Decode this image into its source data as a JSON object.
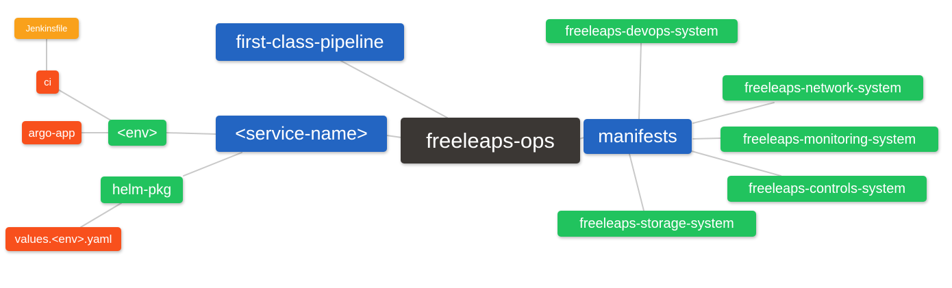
{
  "diagram": {
    "type": "mindmap",
    "root_label": "freeleaps-ops"
  },
  "palette": {
    "blue": "#2365C2",
    "green": "#21C35E",
    "red": "#F8501C",
    "orange": "#F9A11B",
    "dark": "#3B3734",
    "edge": "#C9C9C9",
    "background": "#FFFFFF",
    "text": "#FFFFFF"
  },
  "nodes": [
    {
      "id": "jenkinsfile",
      "label": "Jenkinsfile",
      "color": "orange"
    },
    {
      "id": "ci",
      "label": "ci",
      "color": "red"
    },
    {
      "id": "argo-app",
      "label": "argo-app",
      "color": "red"
    },
    {
      "id": "env",
      "label": "<env>",
      "color": "green"
    },
    {
      "id": "first-class-pipeline",
      "label": "first-class-pipeline",
      "color": "blue"
    },
    {
      "id": "service-name",
      "label": "<service-name>",
      "color": "blue"
    },
    {
      "id": "freeleaps-ops",
      "label": "freeleaps-ops",
      "color": "dark"
    },
    {
      "id": "manifests",
      "label": "manifests",
      "color": "blue"
    },
    {
      "id": "freeleaps-devops-system",
      "label": "freeleaps-devops-system",
      "color": "green"
    },
    {
      "id": "freeleaps-network-system",
      "label": "freeleaps-network-system",
      "color": "green"
    },
    {
      "id": "freeleaps-monitoring-system",
      "label": "freeleaps-monitoring-system",
      "color": "green"
    },
    {
      "id": "freeleaps-controls-system",
      "label": "freeleaps-controls-system",
      "color": "green"
    },
    {
      "id": "freeleaps-storage-system",
      "label": "freeleaps-storage-system",
      "color": "green"
    },
    {
      "id": "helm-pkg",
      "label": "helm-pkg",
      "color": "green"
    },
    {
      "id": "values-env-yaml",
      "label": "values.<env>.yaml",
      "color": "red"
    }
  ],
  "edges": [
    {
      "from": "Jenkinsfile",
      "to": "ci"
    },
    {
      "from": "ci",
      "to": "<env>"
    },
    {
      "from": "argo-app",
      "to": "<env>"
    },
    {
      "from": "<env>",
      "to": "<service-name>"
    },
    {
      "from": "first-class-pipeline",
      "to": "freeleaps-ops"
    },
    {
      "from": "<service-name>",
      "to": "freeleaps-ops"
    },
    {
      "from": "freeleaps-ops",
      "to": "manifests"
    },
    {
      "from": "manifests",
      "to": "freeleaps-devops-system"
    },
    {
      "from": "manifests",
      "to": "freeleaps-network-system"
    },
    {
      "from": "manifests",
      "to": "freeleaps-monitoring-system"
    },
    {
      "from": "manifests",
      "to": "freeleaps-controls-system"
    },
    {
      "from": "manifests",
      "to": "freeleaps-storage-system"
    },
    {
      "from": "helm-pkg",
      "to": "<service-name>"
    },
    {
      "from": "helm-pkg",
      "to": "values.<env>.yaml"
    }
  ]
}
